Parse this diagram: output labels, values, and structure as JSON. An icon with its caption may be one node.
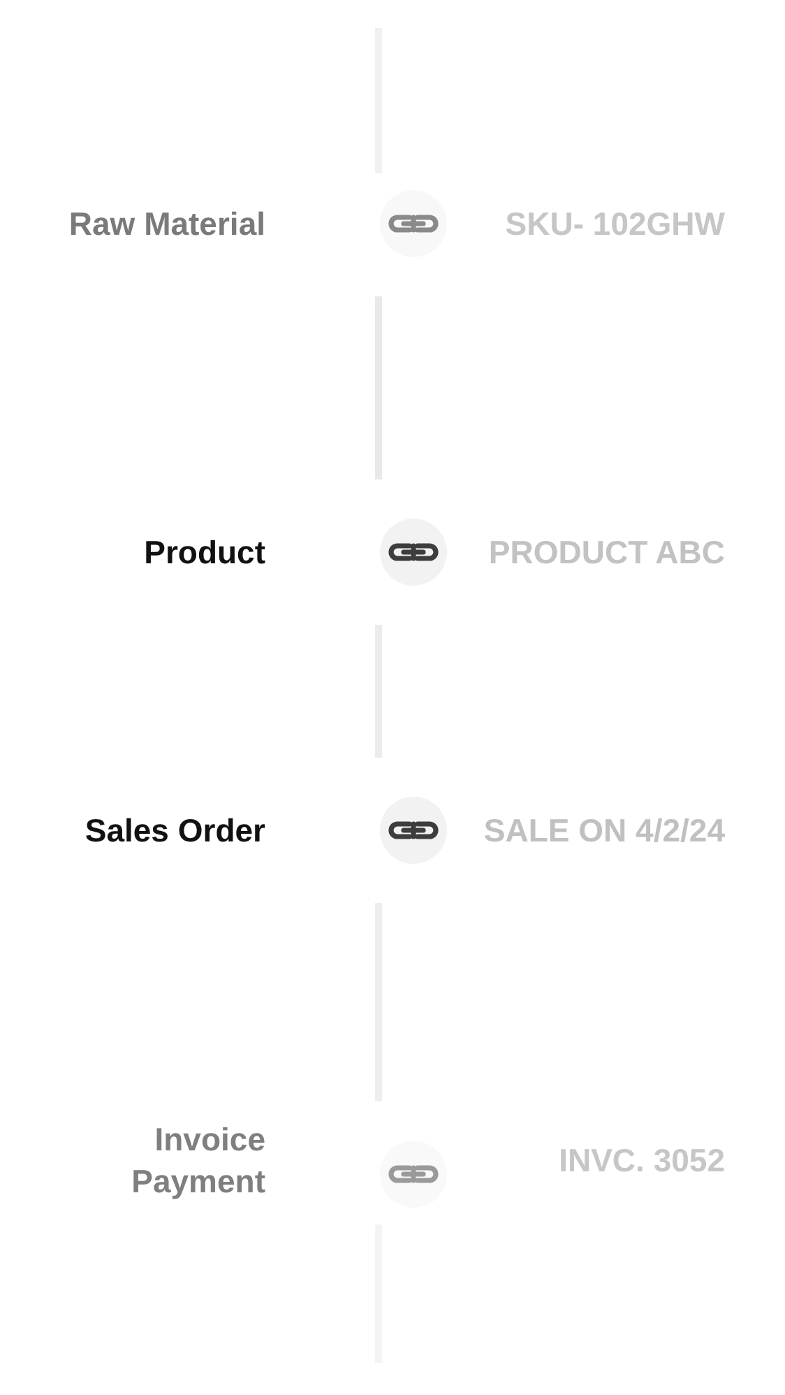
{
  "diagram": {
    "nodes": [
      {
        "text": [],
        "shape": "circle",
        "beside": [
          "Raw Material",
          "SKU- 102GHW"
        ]
      },
      {
        "text": [],
        "shape": "circle",
        "beside": [
          "Product",
          "PRODUCT ABC"
        ]
      },
      {
        "text": [],
        "shape": "circle",
        "beside": [
          "Sales Order",
          "SALE ON 4/2/24"
        ]
      },
      {
        "text": [],
        "shape": "circle",
        "beside": [
          "Invoice Payment",
          "INVC. 3052"
        ]
      }
    ],
    "edges": [
      {
        "from": null,
        "to": 0,
        "arrow": "none"
      },
      {
        "from": 0,
        "to": 1,
        "arrow": "none"
      },
      {
        "from": 1,
        "to": 2,
        "arrow": "none"
      },
      {
        "from": 2,
        "to": 3,
        "arrow": "none"
      },
      {
        "from": 3,
        "to": null,
        "arrow": "none"
      }
    ]
  }
}
